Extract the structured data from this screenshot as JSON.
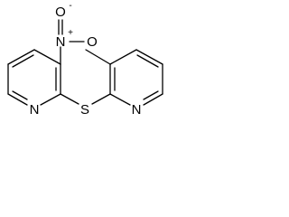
{
  "molecule": {
    "atoms": {
      "nitro_n": "N",
      "nitro_n_charge": "+",
      "nitro_o_top": "O",
      "nitro_o_top_charge": "-",
      "nitro_o_side": "O",
      "ring1_n": "N",
      "sulfur": "S",
      "ring2_n": "N"
    }
  }
}
